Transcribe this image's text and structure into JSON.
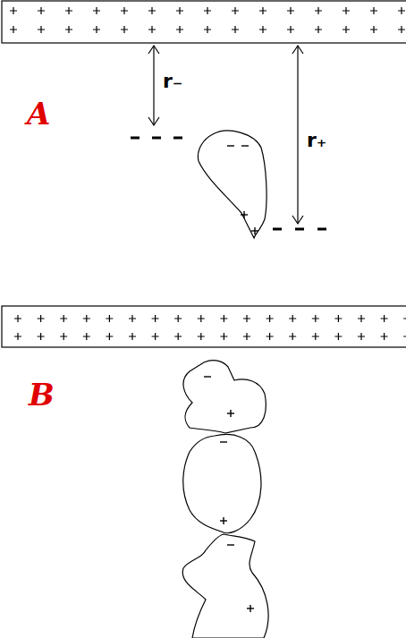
{
  "diagram": {
    "labels": [
      "r₋",
      "A",
      "r₊",
      "B"
    ]
  }
}
